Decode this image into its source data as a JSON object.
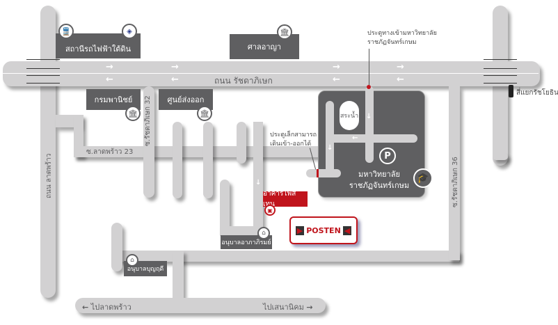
{
  "map": {
    "main_road": {
      "label": "ถนน รัชดาภิเษก",
      "arrow_east": "→",
      "arrow_west": "←"
    },
    "landmarks": {
      "subway_station": {
        "label": "สถานีรถไฟฟ้าใต้ดิน",
        "icon_left": "train-icon",
        "icon_right": "mrt-logo-icon"
      },
      "court": {
        "label": "ศาลอาญา",
        "icon": "building-icon"
      },
      "commerce_dept": {
        "label": "กรมพานิชย์",
        "icon": "building-icon"
      },
      "export_center": {
        "label": "ศูนย์ส่งออก",
        "icon": "building-icon"
      },
      "university": {
        "line1": "มหาวิทยาลัย",
        "line2": "ราชภัฏจันทร์เกษม",
        "icon": "graduate-icon",
        "parking": "P",
        "pond": "สระน้ำ"
      },
      "posten_building": {
        "label": "อาคารโพสเทน",
        "icon": "posten-icon"
      },
      "posten_logo": {
        "text": "POSTEN"
      },
      "kindergarten_1": {
        "label": "อนุบาลอาภาภิรมย์",
        "icon": "school-icon"
      },
      "kindergarten_2": {
        "label": "อนุบาลบุญฤดี",
        "icon": "school-icon"
      }
    },
    "notes": {
      "main_gate": {
        "line1": "ประตูทางเข้ามหาวิทยาลัย",
        "line2": "ราชภัฏจันทร์เกษม"
      },
      "side_gate": {
        "line1": "ประตูเล็กสามารถ",
        "line2": "เดินเข้า-ออกได้"
      },
      "intersection": "สี่แยกรัชโยธิน"
    },
    "road_labels": {
      "lat_phrao": "ถนน ลาดพร้าว",
      "soi_lat_phrao_23": "ซ.ลาดพร้าว 23",
      "soi_ratchada_32": "ซ.รัชดาภิเษก 32",
      "soi_ratchada_36": "ซ.รัชดาภิเษก 36"
    },
    "bottom_road": {
      "left_label": "ไปลาดพร้าว",
      "right_label": "ไปเสนานิคม",
      "left_arrow": "←",
      "right_arrow": "→"
    },
    "colors": {
      "road": "#d2d1d2",
      "box": "#5f5f61",
      "accent_red": "#c0141c",
      "text_dark": "#5f5f61"
    }
  }
}
